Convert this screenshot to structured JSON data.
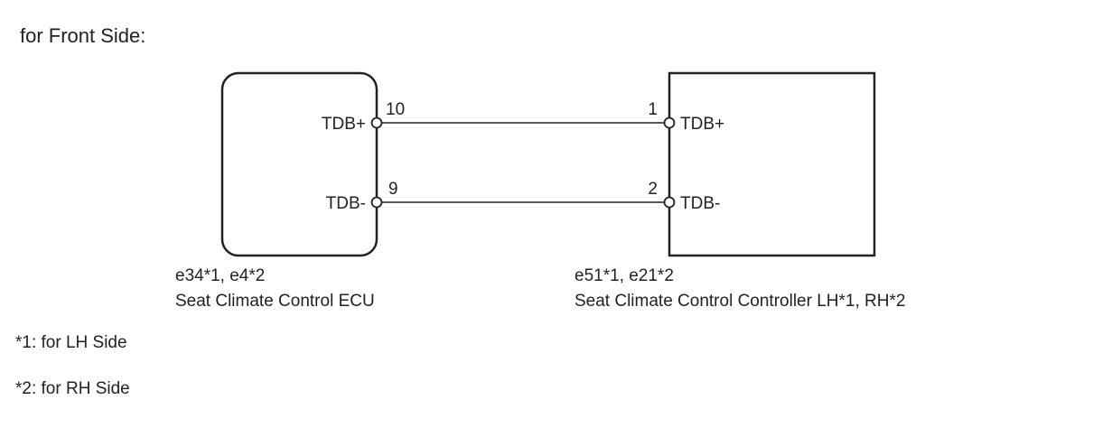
{
  "heading": "for Front Side:",
  "left_component": {
    "code": "e34*1, e4*2",
    "name": "Seat Climate Control ECU",
    "pins": [
      {
        "number": "10",
        "signal": "TDB+"
      },
      {
        "number": "9",
        "signal": "TDB-"
      }
    ]
  },
  "right_component": {
    "code": "e51*1, e21*2",
    "name": "Seat Climate Control Controller LH*1, RH*2",
    "pins": [
      {
        "number": "1",
        "signal": "TDB+"
      },
      {
        "number": "2",
        "signal": "TDB-"
      }
    ]
  },
  "notes": [
    "*1: for LH Side",
    "*2: for RH Side"
  ]
}
